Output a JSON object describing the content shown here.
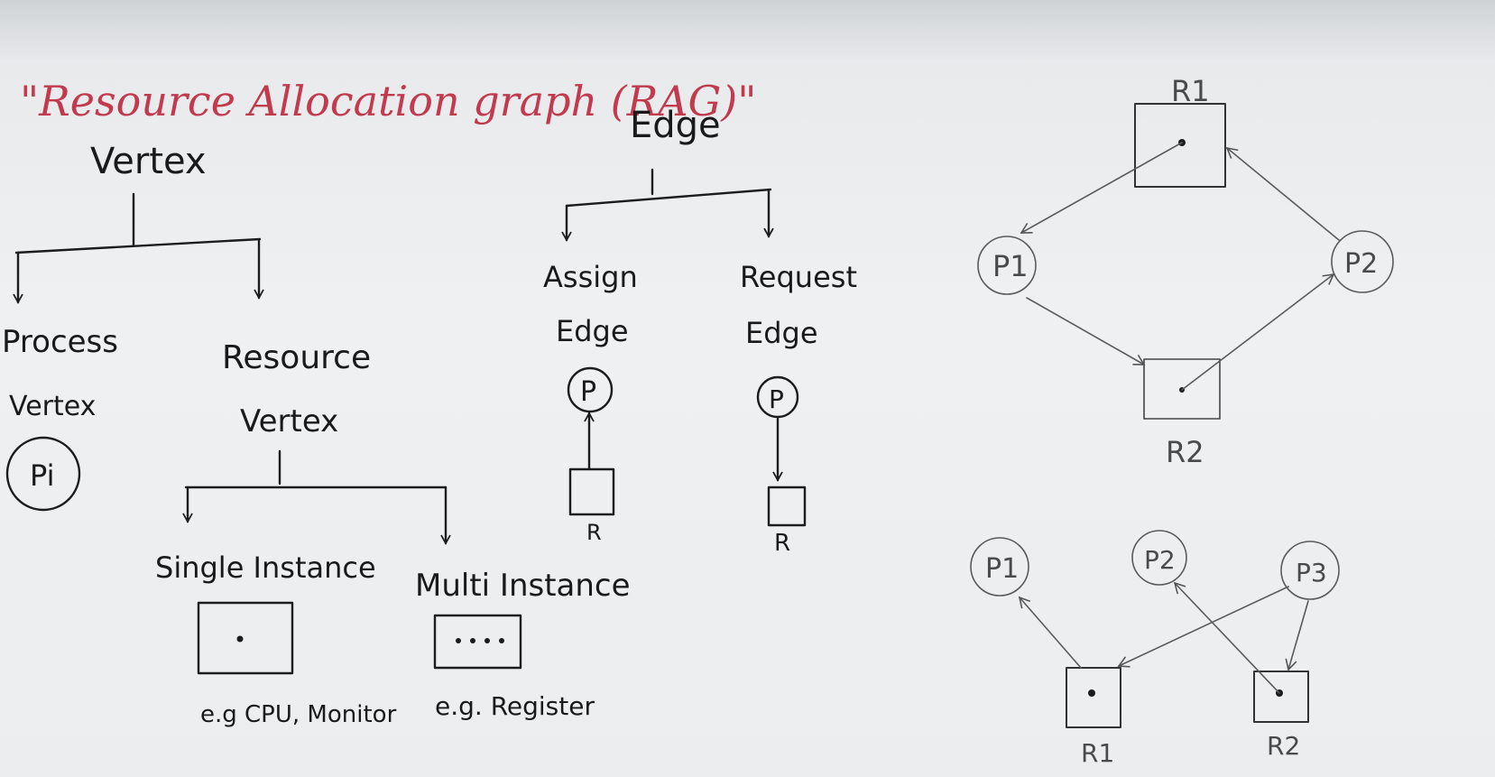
{
  "title": {
    "text": "\"Resource Allocation graph (RAG)\""
  },
  "vertex": {
    "heading": "Vertex",
    "process_label_1": "Process",
    "process_label_2": "Vertex",
    "process_symbol": "Pi",
    "resource_label_1": "Resource",
    "resource_label_2": "Vertex",
    "single_instance": "Single Instance",
    "single_example": "e.g CPU, Monitor",
    "multi_instance": "Multi Instance",
    "multi_example": "e.g. Register"
  },
  "edge": {
    "heading": "Edge",
    "assign_label_1": "Assign",
    "assign_label_2": "Edge",
    "request_label_1": "Request",
    "request_label_2": "Edge",
    "process_symbol": "P",
    "resource_symbol": "R"
  },
  "example1": {
    "r1": "R1",
    "r2": "R2",
    "p1": "P1",
    "p2": "P2"
  },
  "example2": {
    "p1": "P1",
    "p2": "P2",
    "p3": "P3",
    "r1": "R1",
    "r2": "R2"
  },
  "colors": {
    "ink": "#1c1c1c",
    "title": "#c23a4e",
    "board": "#eceef0"
  }
}
